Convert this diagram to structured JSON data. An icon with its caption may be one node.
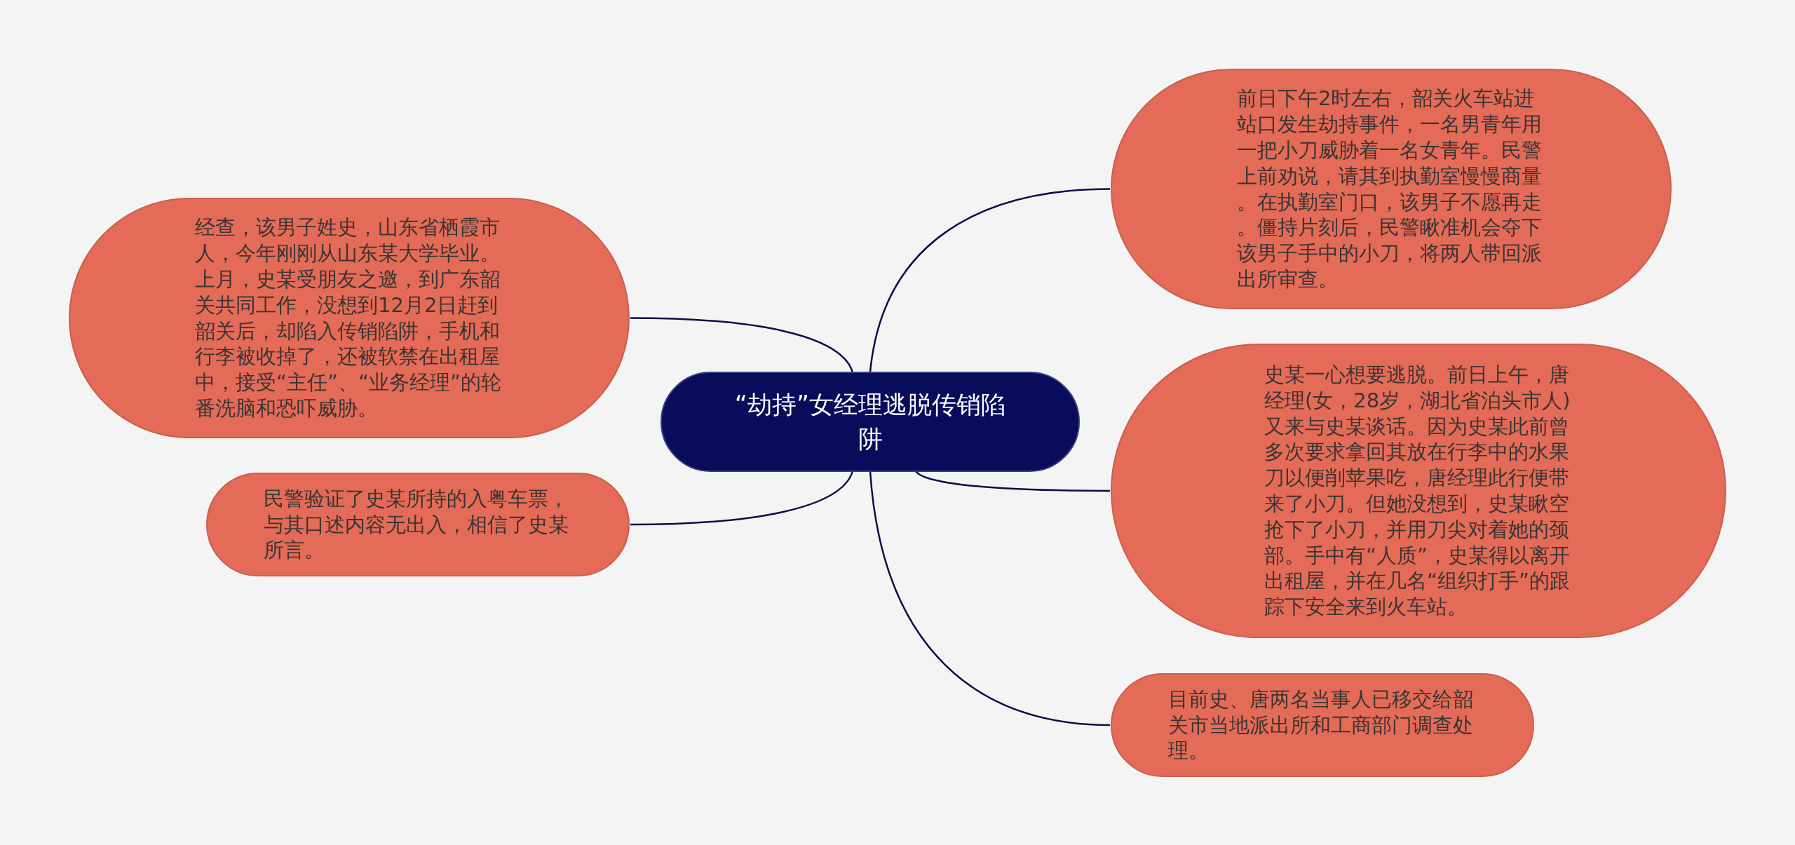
{
  "diagram": {
    "nodes": [
      {
        "text": [
          "“劫持”女经理逃脱传销陷阱"
        ]
      },
      {
        "text": [
          "经查，该男子姓史，山东省栖霞市人，今年刚刚从山东某大学毕业。上月，史某受朋友之邀，到广东韶关共同工作，没想到12月2日赶到韶关后，却陷入传销陷阱，手机和行李被收掉了，还被软禁在出租屋中，接受“主任”、“业务经理”的轮番洗脑和恐吓威胁。"
        ]
      },
      {
        "text": [
          "民警验证了史某所持的入粤车票，与其口述内容无出入，相信了史某所言。"
        ]
      },
      {
        "text": [
          "前日下午2时左右，韶关火车站进站口发生劫持事件，一名男青年用一把小刀威胁着一名女青年。民警上前劝说，请其到执勤室慢慢商量。在执勤室门口，该男子不愿再走。僵持片刻后，民警瞅准机会夺下该男子手中的小刀，将两人带回派出所审查。"
        ]
      },
      {
        "text": [
          "史某一心想要逃脱。前日上午，唐经理(女，28岁，湖北省泊头市人)又来与史某谈话。因为史某此前曾多次要求拿回其放在行李中的水果刀以便削苹果吃，唐经理此行便带来了小刀。但她没想到，史某瞅空抢下了小刀，并用刀尖对着她的颈部。手中有“人质”，史某得以离开出租屋，并在几名“组织打手”的跟踪下安全来到火车站。"
        ]
      },
      {
        "text": [
          "目前史、唐两名当事人已移交给韶关市当地派出所和工商部门调查处理。"
        ]
      }
    ],
    "edges": [
      {
        "from": 0,
        "to": 1,
        "arrow": "none"
      },
      {
        "from": 0,
        "to": 2,
        "arrow": "none"
      },
      {
        "from": 0,
        "to": 3,
        "arrow": "none"
      },
      {
        "from": 0,
        "to": 4,
        "arrow": "none"
      },
      {
        "from": 0,
        "to": 5,
        "arrow": "none"
      }
    ]
  }
}
